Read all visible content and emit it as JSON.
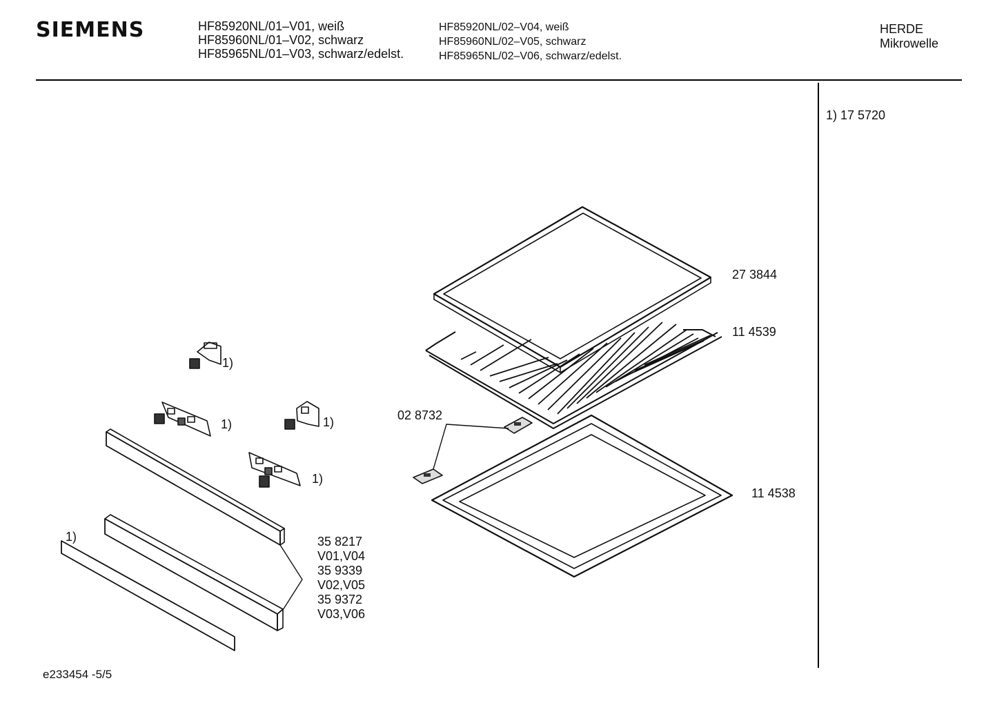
{
  "header": {
    "brand": "SIEMENS",
    "models_left": [
      "HF85920NL/01–V01, weiß",
      "HF85960NL/01–V02, schwarz",
      "HF85965NL/01–V03, schwarz/edelst."
    ],
    "models_right": [
      "HF85920NL/02–V04, weiß",
      "HF85960NL/02–V05, schwarz",
      "HF85965NL/02–V06, schwarz/edelst."
    ],
    "category": [
      "HERDE",
      "Mikrowelle"
    ]
  },
  "side_note": "1) 17 5720",
  "labels": {
    "tray_top": "27 3844",
    "grid_rack": "11 4539",
    "clips": "02 8732",
    "tray_bottom": "11 4538",
    "bracket_1": "1)",
    "bracket_2": "1)",
    "bracket_3": "1)",
    "bracket_4": "1)",
    "strip": "1)",
    "panel_codes": [
      "35 8217",
      "V01,V04",
      "35 9339",
      "V02,V05",
      "35 9372",
      "V03,V06"
    ]
  },
  "footer": "e233454 -5/5"
}
